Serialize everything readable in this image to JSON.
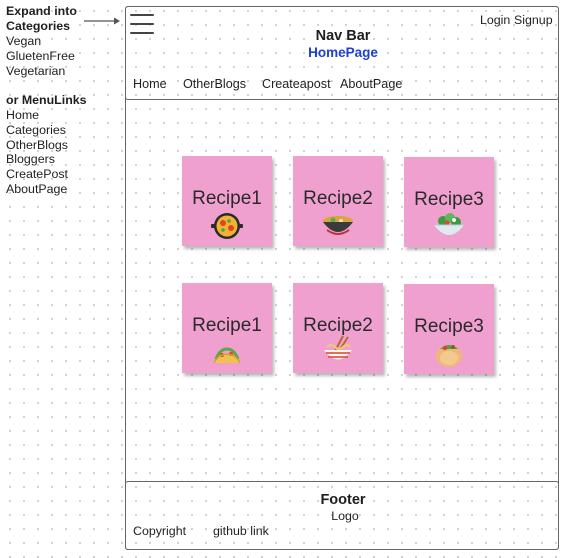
{
  "annotation": {
    "expand_line1": "Expand into",
    "expand_line2": "Categories",
    "categories": [
      "Vegan",
      "GluetenFree",
      "Vegetarian"
    ],
    "menu_heading": "or MenuLinks",
    "menu_links": [
      "Home",
      "Categories",
      "OtherBlogs",
      "Bloggers",
      "CreatePost",
      "AboutPage"
    ]
  },
  "navbar": {
    "title": "Nav Bar",
    "subtitle": "HomePage",
    "login": "Login",
    "signup": "Signup",
    "links": [
      "Home",
      "OtherBlogs",
      "Createapost",
      "AboutPage"
    ]
  },
  "recipes": [
    {
      "label": "Recipe1",
      "icon": "paella-icon"
    },
    {
      "label": "Recipe2",
      "icon": "soup-bowl-icon"
    },
    {
      "label": "Recipe3",
      "icon": "salad-icon"
    },
    {
      "label": "Recipe1",
      "icon": "taco-icon"
    },
    {
      "label": "Recipe2",
      "icon": "noodle-bowl-icon"
    },
    {
      "label": "Recipe3",
      "icon": "stuffed-flatbread-icon"
    }
  ],
  "footer": {
    "title": "Footer",
    "logo": "Logo",
    "copyright": "Copyright",
    "github": "github link"
  },
  "colors": {
    "sticky_note": "#f0a0ce",
    "subtitle_link": "#1d3fd6",
    "frame_border": "#666666"
  }
}
